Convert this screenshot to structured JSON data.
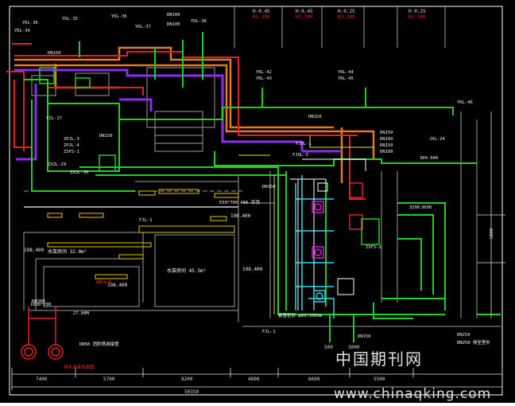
{
  "drawing": {
    "background": "#000000",
    "colors": {
      "frame": "#ffffff",
      "wall": "#9a9a9a",
      "pipe_green": "#1fd11f",
      "pipe_orange": "#e87a1e",
      "pipe_red": "#e51f1f",
      "pipe_purple": "#8c2ee8",
      "pipe_cyan": "#33d6e6",
      "pipe_yellow": "#e6e600",
      "pipe_magenta": "#e61fd0",
      "pump_magenta": "#d11fd1",
      "room_outline": "#e6c800",
      "label_white": "#f0f0f0",
      "label_red": "#ff2a2a",
      "label_green": "#7fff5a",
      "dim_white": "#dcdcdc"
    },
    "header_levels": [
      "H-0.45",
      "H-0.45",
      "H-0.25",
      "H-0.25"
    ],
    "header_sublevels": [
      "H3.300",
      "H3.300",
      "H3.300",
      "H3.300"
    ],
    "pipe_tags": {
      "top_left": [
        "YDL-36",
        "YDL-35",
        "YDL-34",
        "YDL-36",
        "YDL-37",
        "YDL-38"
      ],
      "top_mid": [
        "DN150",
        "DN100",
        "DN100",
        "DN150"
      ],
      "mid_right": [
        "YRL-42",
        "YRL-43",
        "YRL-44",
        "YRL-45"
      ],
      "right_col": [
        "YRL-46",
        "JXL-24",
        "DN150",
        "DN100",
        "DN150",
        "DN100"
      ],
      "left": [
        "YZL-17",
        "ZPJL-3",
        "ZPJL-4",
        "ZSFS-1",
        "ZXZL-29",
        "ZXZL-30",
        "DN150"
      ],
      "pumps": [
        "FJDL-3",
        "FJDL-1",
        "FJL-1",
        "ZSFS-2",
        "DN150"
      ],
      "bottom": [
        "FJL-1",
        "DN150",
        "DN250"
      ]
    },
    "rooms": {
      "room_a": "198.400",
      "room_a_area": "水泵房间 32.0m²",
      "room_b": "198.400",
      "room_b_area": "水泵房间 45.5m²",
      "room_c": "198.400",
      "tank": "消防水池",
      "pump_room": "198.400"
    },
    "notes": {
      "ceiling": "E50*700 A96 吊顶",
      "dn50": "DN50 消防喷淋接管",
      "inlet": "DN300",
      "drain_note": "排水沟接市政管",
      "pipe_note": "DN250 排至室外",
      "seal_note": "套管密封 φ60/300mm",
      "right_box": "300.000",
      "small_label": "27.00M",
      "dim_box": "1000*700",
      "mid_dim_a": "3200",
      "mid_dim_b": "3600",
      "mid_dim_c": "5000"
    },
    "dimensions": {
      "segments": [
        "7400",
        "5700",
        "8200",
        "4800",
        "6600",
        "5500"
      ],
      "total": "50350",
      "small": [
        "500",
        "3000"
      ]
    },
    "watermark": {
      "chinese": "中国期刊网",
      "url": "www.chinaqking.com"
    }
  }
}
